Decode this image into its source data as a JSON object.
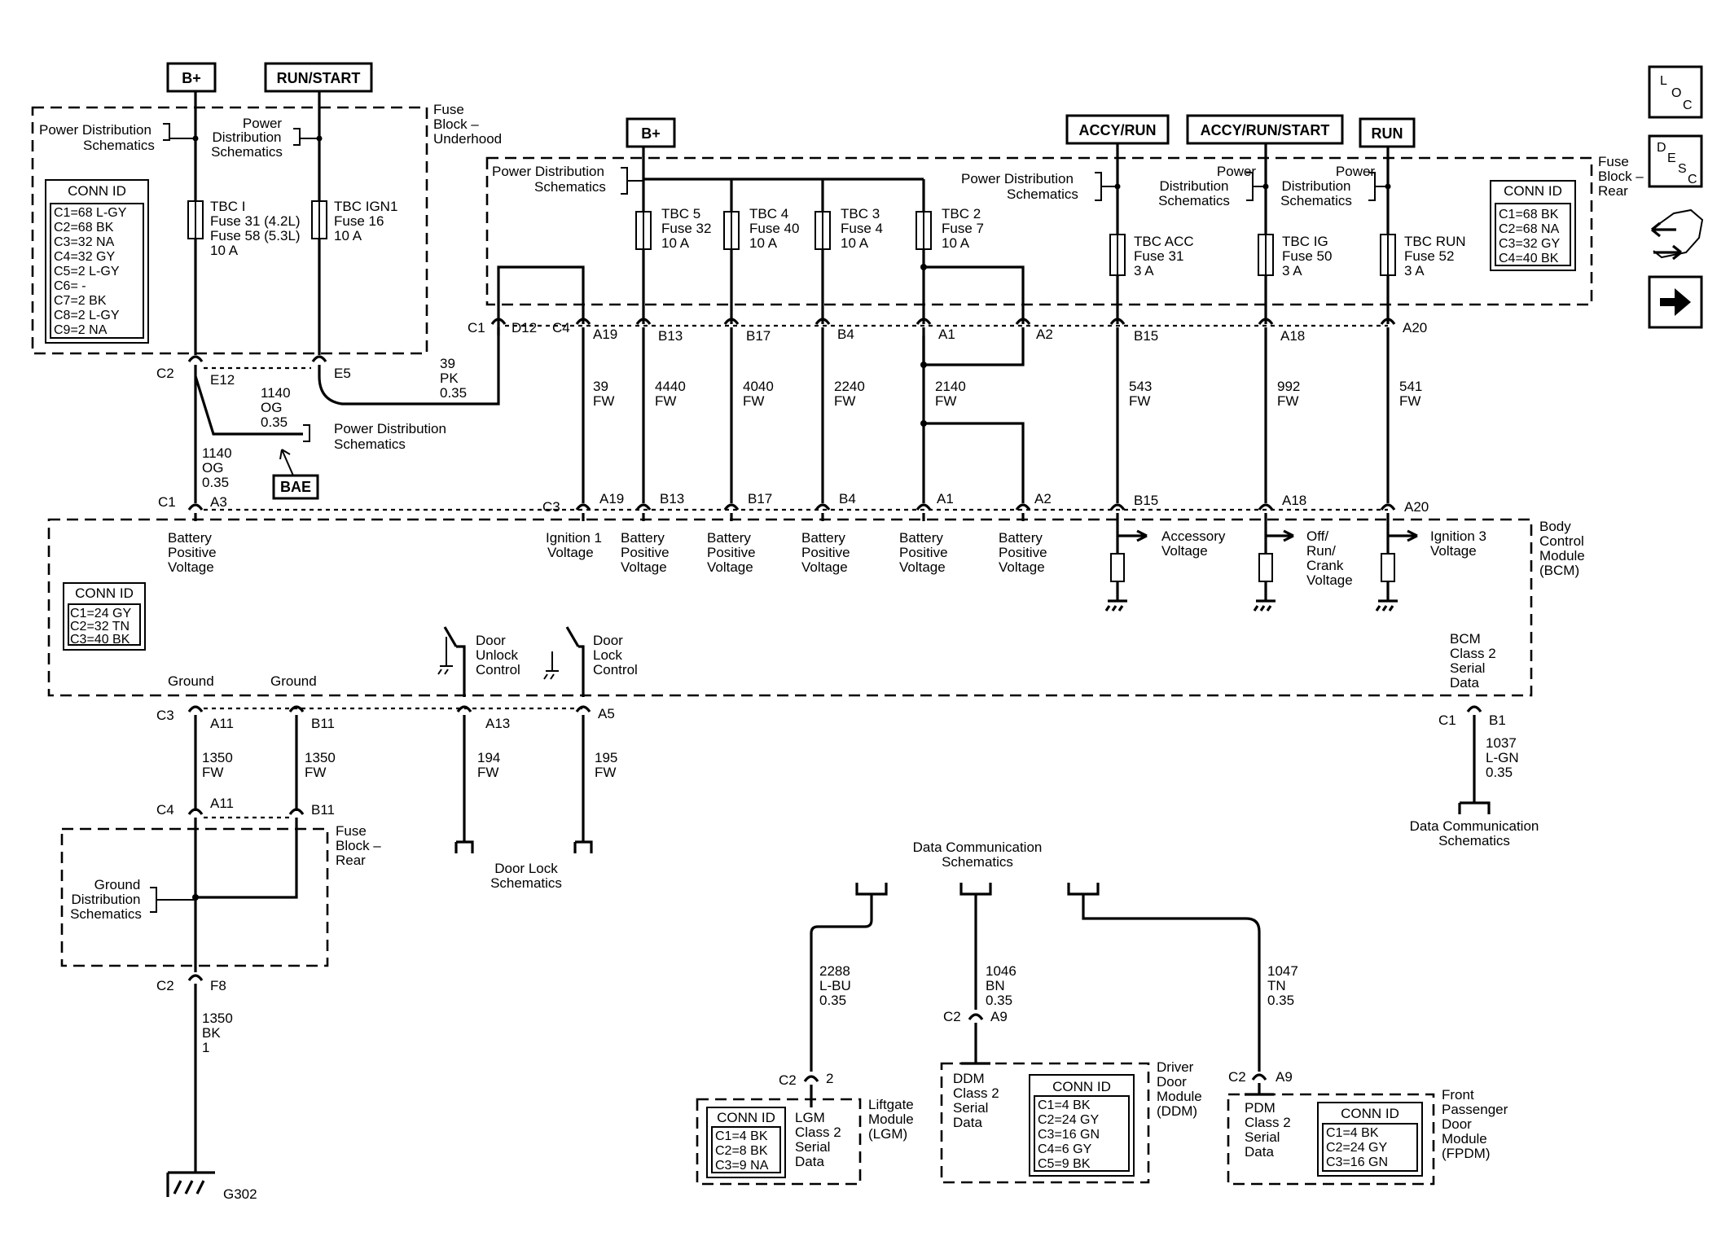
{
  "power_sources": {
    "bplus_1": "B+",
    "run_start": "RUN/START",
    "bplus_2": "B+",
    "accy_run": "ACCY/RUN",
    "accy_run_start": "ACCY/RUN/START",
    "run": "RUN"
  },
  "nav_icons": {
    "loc": [
      "L",
      "O",
      "C"
    ],
    "desc": [
      "D",
      "E",
      "S",
      "C"
    ]
  },
  "underhood": {
    "title": [
      "Fuse",
      "Block –",
      "Underhood"
    ],
    "pds_left": [
      "Power Distribution",
      "Schematics"
    ],
    "pds_right": [
      "Power",
      "Distribution",
      "Schematics"
    ],
    "fuse1": [
      "TBC I",
      "Fuse 31 (4.2L)",
      "Fuse 58 (5.3L)",
      "10 A"
    ],
    "fuse2": [
      "TBC IGN1",
      "Fuse 16",
      "10 A"
    ],
    "conn_title": "CONN ID",
    "conn": [
      "C1=68 L-GY",
      "C2=68 BK",
      "C3=32 NA",
      "C4=32 GY",
      "C5=2 L-GY",
      "C6= -",
      "C7=2 BK",
      "C8=2 L-GY",
      "C9=2 NA"
    ]
  },
  "rear_fuse": {
    "title": [
      "Fuse",
      "Block –",
      "Rear"
    ],
    "pds": [
      "Power Distribution",
      "Schematics"
    ],
    "pds_acc": [
      "Power Distribution",
      "Schematics"
    ],
    "pds_ig": [
      "Power",
      "Distribution",
      "Schematics"
    ],
    "pds_run": [
      "Power",
      "Distribution",
      "Schematics"
    ],
    "fuses": [
      [
        "TBC 5",
        "Fuse 32",
        "10 A"
      ],
      [
        "TBC 4",
        "Fuse 40",
        "10 A"
      ],
      [
        "TBC 3",
        "Fuse 4",
        "10 A"
      ],
      [
        "TBC 2",
        "Fuse 7",
        "10 A"
      ],
      [
        "TBC ACC",
        "Fuse 31",
        "3 A"
      ],
      [
        "TBC IG",
        "Fuse 50",
        "3 A"
      ],
      [
        "TBC RUN",
        "Fuse 52",
        "3 A"
      ]
    ],
    "conn_title": "CONN ID",
    "conn": [
      "C1=68 BK",
      "C2=68 NA",
      "C3=32 GY",
      "C4=40 BK"
    ]
  },
  "pins_top": [
    "C1",
    "D12",
    "C4",
    "A19",
    "B13",
    "B17",
    "B4",
    "A1",
    "A2",
    "B15",
    "A18",
    "A20"
  ],
  "pins_underhood": [
    "C2",
    "E12",
    "E5"
  ],
  "wires_mid": [
    [
      "39",
      "FW"
    ],
    [
      "4440",
      "FW"
    ],
    [
      "4040",
      "FW"
    ],
    [
      "2240",
      "FW"
    ],
    [
      "2140",
      "FW"
    ],
    [
      "543",
      "FW"
    ],
    [
      "992",
      "FW"
    ],
    [
      "541",
      "FW"
    ]
  ],
  "wire_39pk": [
    "39",
    "PK",
    "0.35"
  ],
  "wire_1140a": [
    "1140",
    "OG",
    "0.35"
  ],
  "wire_1140b": [
    "1140",
    "OG",
    "0.35"
  ],
  "pds_1140": [
    "Power Distribution",
    "Schematics"
  ],
  "bae": "BAE",
  "pins_bcm_top": [
    "C1",
    "A3",
    "C3",
    "A19",
    "B13",
    "B17",
    "B4",
    "A1",
    "A2",
    "B15",
    "A18",
    "A20"
  ],
  "bcm": {
    "title": [
      "Body",
      "Control",
      "Module",
      "(BCM)"
    ],
    "inputs": [
      [
        "Battery",
        "Positive",
        "Voltage"
      ],
      [
        "Ignition 1",
        "Voltage"
      ],
      [
        "Battery",
        "Positive",
        "Voltage"
      ],
      [
        "Battery",
        "Positive",
        "Voltage"
      ],
      [
        "Battery",
        "Positive",
        "Voltage"
      ],
      [
        "Battery",
        "Positive",
        "Voltage"
      ],
      [
        "Battery",
        "Positive",
        "Voltage"
      ]
    ],
    "outputs": [
      [
        "Accessory",
        "Voltage"
      ],
      [
        "Off/",
        "Run/",
        "Crank",
        "Voltage"
      ],
      [
        "Ignition 3",
        "Voltage"
      ]
    ],
    "conn_title": "CONN ID",
    "conn": [
      "C1=24 GY",
      "C2=32 TN",
      "C3=40 BK"
    ],
    "ground1": "Ground",
    "ground2": "Ground",
    "unlock": [
      "Door",
      "Unlock",
      "Control"
    ],
    "lock": [
      "Door",
      "Lock",
      "Control"
    ],
    "serial": [
      "BCM",
      "Class 2",
      "Serial",
      "Data"
    ]
  },
  "pins_bcm_bottom": [
    "C3",
    "A11",
    "B11",
    "A13",
    "A5",
    "C1",
    "B1"
  ],
  "wires_low": [
    [
      "1350",
      "FW"
    ],
    [
      "1350",
      "FW"
    ],
    [
      "194",
      "FW"
    ],
    [
      "195",
      "FW"
    ]
  ],
  "wire_1037": [
    "1037",
    "L-GN",
    "0.35"
  ],
  "dcs_right": [
    "Data Communication",
    "Schematics"
  ],
  "door_lock_schem": [
    "Door Lock",
    "Schematics"
  ],
  "pins_c4": [
    "C4",
    "A11",
    "B11"
  ],
  "rear_block2": {
    "title": [
      "Fuse",
      "Block –",
      "Rear"
    ],
    "gds": [
      "Ground",
      "Distribution",
      "Schematics"
    ]
  },
  "pins_f8": [
    "C2",
    "F8"
  ],
  "wire_1350bk": [
    "1350",
    "BK",
    "1"
  ],
  "ground_id": "G302",
  "dcs_center": [
    "Data Communication",
    "Schematics"
  ],
  "wire_2288": [
    "2288",
    "L-BU",
    "0.35"
  ],
  "wire_1046": [
    "1046",
    "BN",
    "0.35"
  ],
  "wire_1047": [
    "1047",
    "TN",
    "0.35"
  ],
  "pins_lgm": [
    "C2",
    "2"
  ],
  "pins_ddm": [
    "C2",
    "A9"
  ],
  "pins_fpdm": [
    "C2",
    "A9"
  ],
  "lgm": {
    "conn_title": "CONN ID",
    "conn": [
      "C1=4 BK",
      "C2=8 BK",
      "C3=9 NA"
    ],
    "label": [
      "LGM",
      "Class 2",
      "Serial",
      "Data"
    ],
    "title": [
      "Liftgate",
      "Module",
      "(LGM)"
    ]
  },
  "ddm": {
    "label": [
      "DDM",
      "Class 2",
      "Serial",
      "Data"
    ],
    "conn_title": "CONN ID",
    "conn": [
      "C1=4 BK",
      "C2=24 GY",
      "C3=16 GN",
      "C4=6 GY",
      "C5=9 BK"
    ],
    "title": [
      "Driver",
      "Door",
      "Module",
      "(DDM)"
    ]
  },
  "fpdm": {
    "label": [
      "PDM",
      "Class 2",
      "Serial",
      "Data"
    ],
    "conn_title": "CONN ID",
    "conn": [
      "C1=4 BK",
      "C2=24 GY",
      "C3=16 GN"
    ],
    "title": [
      "Front",
      "Passenger",
      "Door",
      "Module",
      "(FPDM)"
    ]
  }
}
